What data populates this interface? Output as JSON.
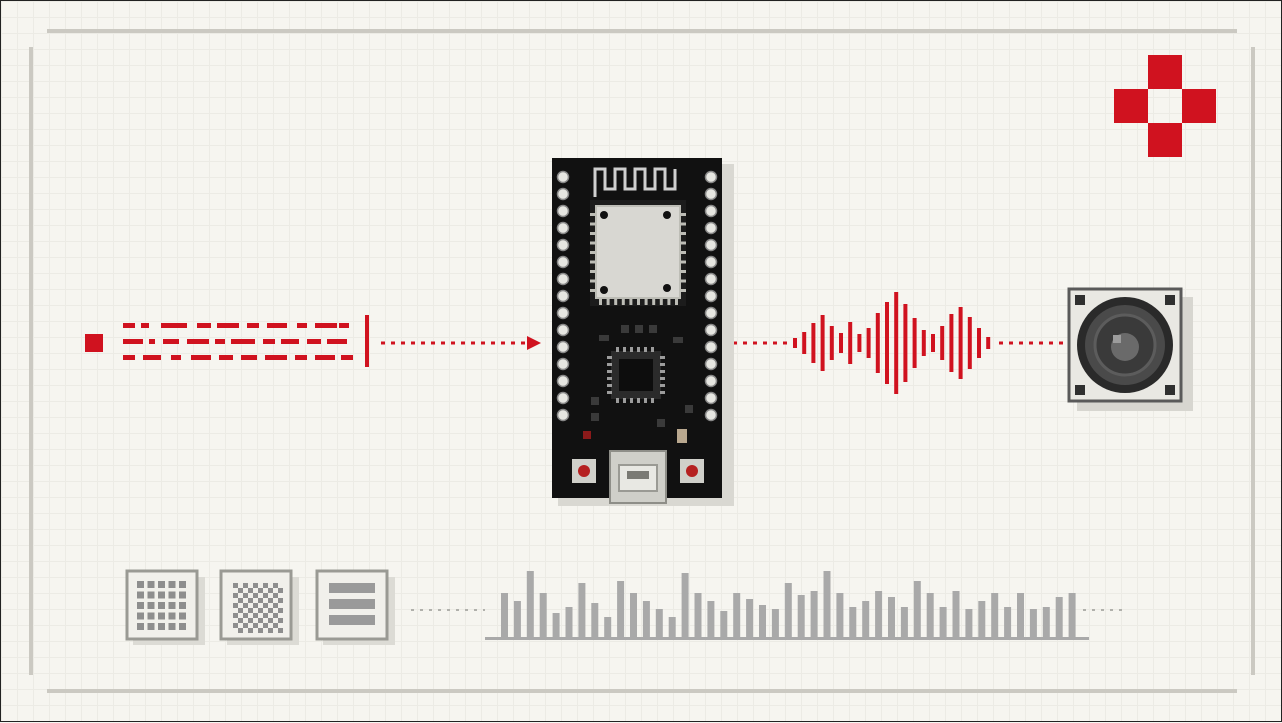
{
  "diagram": {
    "nodes": [
      {
        "id": "data-stream",
        "icon": "pixel-data-stream-icon"
      },
      {
        "id": "microcontroller",
        "icon": "microcontroller-board-icon"
      },
      {
        "id": "audio-wave",
        "icon": "sound-wave-icon"
      },
      {
        "id": "speaker",
        "icon": "speaker-icon"
      }
    ],
    "edges": [
      {
        "from": "data-stream",
        "to": "microcontroller",
        "style": "dotted-arrow"
      },
      {
        "from": "microcontroller",
        "to": "audio-wave",
        "style": "dotted"
      },
      {
        "from": "audio-wave",
        "to": "speaker",
        "style": "dotted"
      }
    ],
    "bottom_row": {
      "tiles": [
        "grid-tile-icon",
        "checker-tile-icon",
        "stripes-tile-icon"
      ],
      "equalizer": "spectrum-bars-icon"
    },
    "logo": "red-pixel-cross-logo"
  },
  "colors": {
    "accent": "#d0121f",
    "board": "#111111",
    "frame": "#c9c7c0",
    "background": "#f6f5f0",
    "bars": "#a9a9a9"
  }
}
